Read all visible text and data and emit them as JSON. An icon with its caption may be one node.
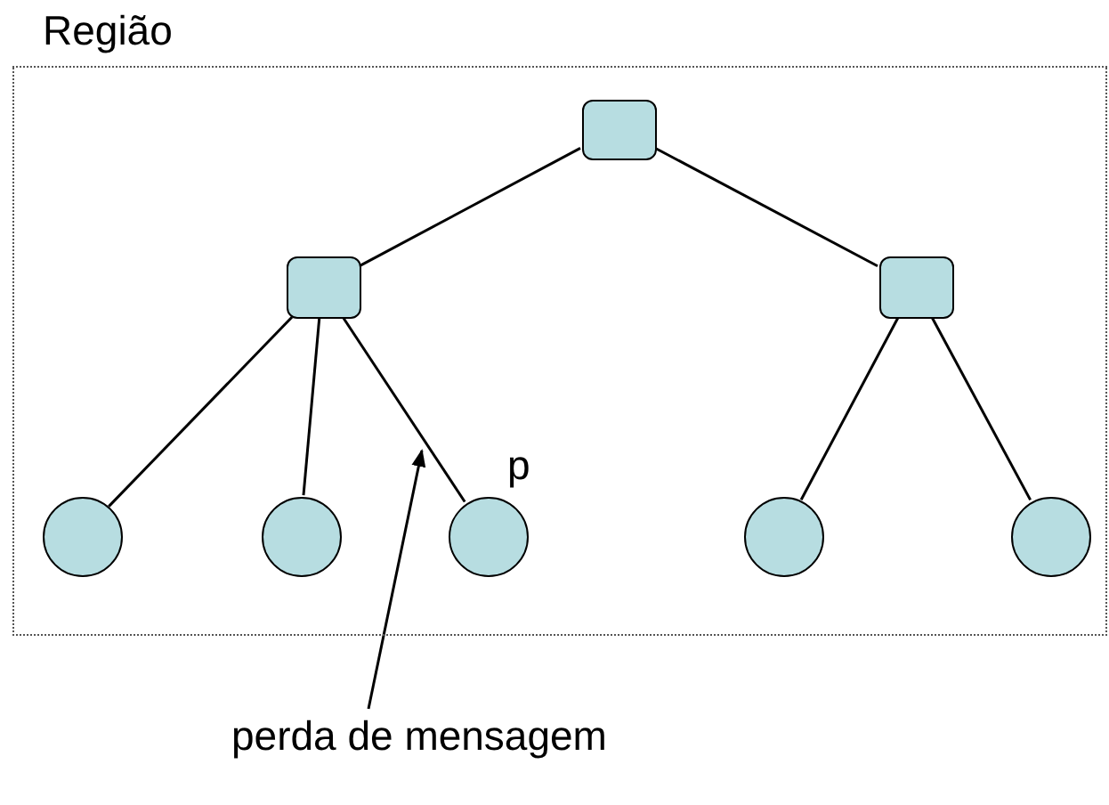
{
  "diagram": {
    "nodes": [
      {
        "text": [
          "Região"
        ]
      },
      {
        "text": [],
        "shape": "box",
        "in": 0
      },
      {
        "text": [],
        "shape": "box",
        "in": 0
      },
      {
        "text": [],
        "shape": "box",
        "in": 0
      },
      {
        "text": [],
        "shape": "circle",
        "in": 0
      },
      {
        "text": [],
        "shape": "circle",
        "in": 0
      },
      {
        "text": [],
        "shape": "circle",
        "in": 0,
        "beside": [
          "p"
        ]
      },
      {
        "text": [],
        "shape": "circle",
        "in": 0
      },
      {
        "text": [],
        "shape": "circle",
        "in": 0
      },
      {
        "text": [
          "perda de mensagem"
        ]
      }
    ],
    "edges": [
      {
        "from": 1,
        "to": 2,
        "arrow": "none"
      },
      {
        "from": 1,
        "to": 3,
        "arrow": "none"
      },
      {
        "from": 2,
        "to": 4,
        "arrow": "none"
      },
      {
        "from": 2,
        "to": 5,
        "arrow": "none"
      },
      {
        "from": 2,
        "to": 6,
        "arrow": "none"
      },
      {
        "from": 3,
        "to": 7,
        "arrow": "none"
      },
      {
        "from": 3,
        "to": 8,
        "arrow": "none"
      },
      {
        "from": 9,
        "to": null,
        "arrow": "to"
      }
    ]
  }
}
